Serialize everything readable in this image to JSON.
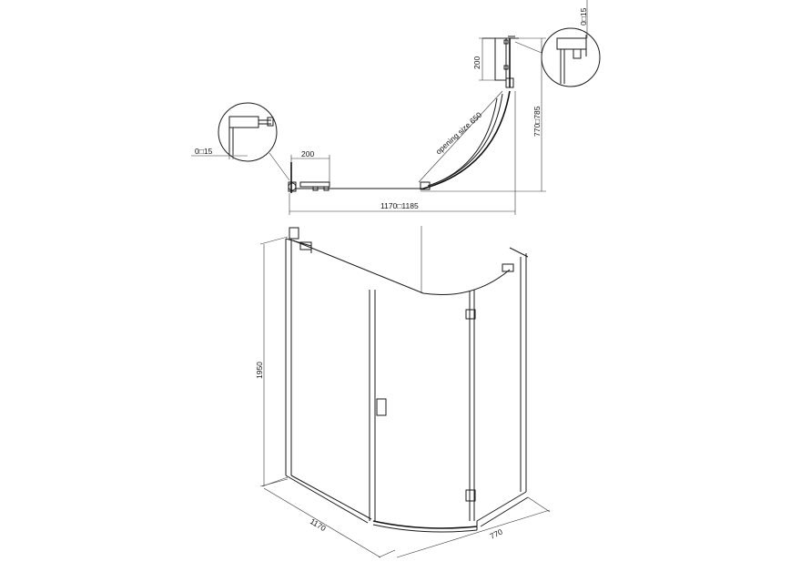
{
  "plan": {
    "dim_left_clearance": "0□15",
    "dim_right_clearance": "0□15",
    "dim_fixed_panel_width": "200",
    "dim_return_panel_width": "200",
    "dim_opening": "opening size 650",
    "dim_total_width": "1170□1185",
    "dim_total_depth": "770□785"
  },
  "elevation": {
    "dim_height": "1950",
    "dim_width": "1170",
    "dim_depth": "770"
  }
}
